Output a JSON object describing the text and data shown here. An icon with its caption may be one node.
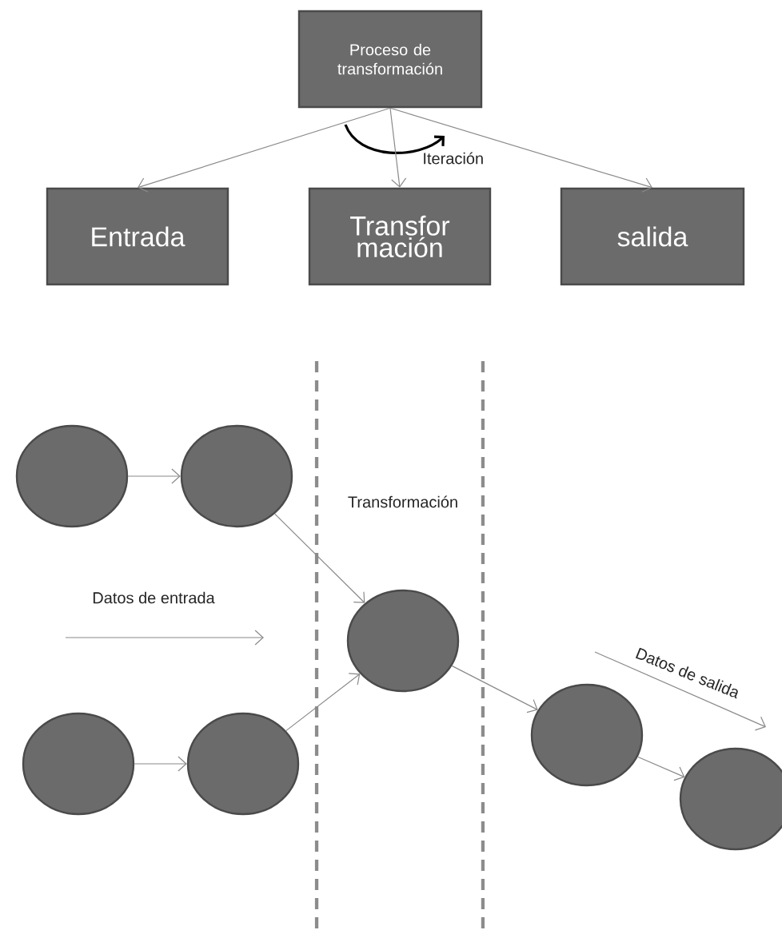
{
  "diagram": {
    "nodes": [
      {
        "text": [
          "Proceso de transformación"
        ]
      },
      {
        "text": [
          "Entrada"
        ]
      },
      {
        "text": [
          "Transfor mación"
        ]
      },
      {
        "text": [
          "salida"
        ]
      },
      {
        "text": [],
        "shape": "circle"
      },
      {
        "text": [],
        "shape": "circle"
      },
      {
        "text": [],
        "shape": "circle"
      },
      {
        "text": [],
        "shape": "circle"
      },
      {
        "text": [],
        "shape": "circle"
      },
      {
        "text": [],
        "shape": "circle"
      },
      {
        "text": [],
        "shape": "circle"
      }
    ],
    "edges": [
      {
        "from": 0,
        "to": 1,
        "arrow": "to"
      },
      {
        "from": 0,
        "to": 2,
        "arrow": "to"
      },
      {
        "from": 0,
        "to": 3,
        "arrow": "to"
      },
      {
        "from": 4,
        "to": 5,
        "arrow": "to"
      },
      {
        "from": 6,
        "to": 7,
        "arrow": "to"
      },
      {
        "from": 5,
        "to": 8,
        "arrow": "to"
      },
      {
        "from": 7,
        "to": 8,
        "arrow": "to"
      },
      {
        "from": 8,
        "to": 9,
        "arrow": "to"
      },
      {
        "from": 9,
        "to": 10,
        "arrow": "to"
      }
    ],
    "labels": [
      "Iteración",
      "Transformación",
      "Datos de entrada",
      "Datos de salida"
    ]
  }
}
